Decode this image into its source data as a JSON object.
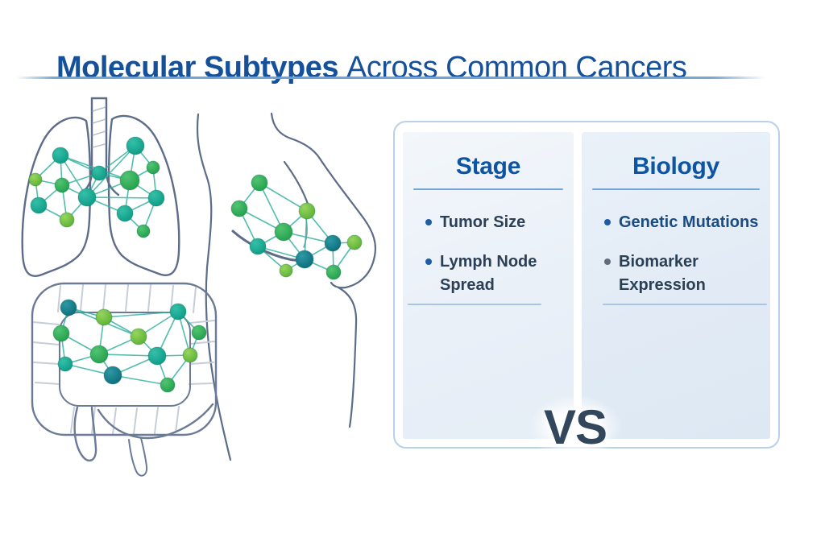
{
  "title": {
    "bold": "Molecular Subtypes",
    "regular": "Across Common Cancers"
  },
  "panel": {
    "columns": [
      {
        "header": "Stage",
        "items": [
          {
            "label": "Tumor Size"
          },
          {
            "label": "Lymph Node Spread"
          }
        ]
      },
      {
        "header": "Biology",
        "items": [
          {
            "label": "Genetic Mutations"
          },
          {
            "label": "Biomarker Expression"
          }
        ]
      }
    ],
    "vs_label": "VS"
  },
  "illustrations": {
    "lungs": "lungs-illustration",
    "breast": "breast-illustration",
    "colon": "colon-illustration"
  },
  "colors": {
    "title_blue": "#15509b",
    "header_blue": "#0d55a3",
    "body_navy": "#2b3f55",
    "genetic_blue": "#1b4b80",
    "bullet_blue": "#1d5ca6",
    "bullet_gray": "#5f6d7c",
    "vs_slate": "#33475c",
    "panel_border": "#b9d0ea",
    "header_underline": "#74a5d6",
    "vs_line": "#a9c5e3",
    "organ_outline": "#5d6c88",
    "colon_haustra": "#c6cdd9",
    "node_green": "#27a14f",
    "node_teal": "#0e9c86",
    "node_dark_teal": "#0c6e7c",
    "node_light_green": "#5cb235",
    "edge_teal": "#35b2a0"
  }
}
